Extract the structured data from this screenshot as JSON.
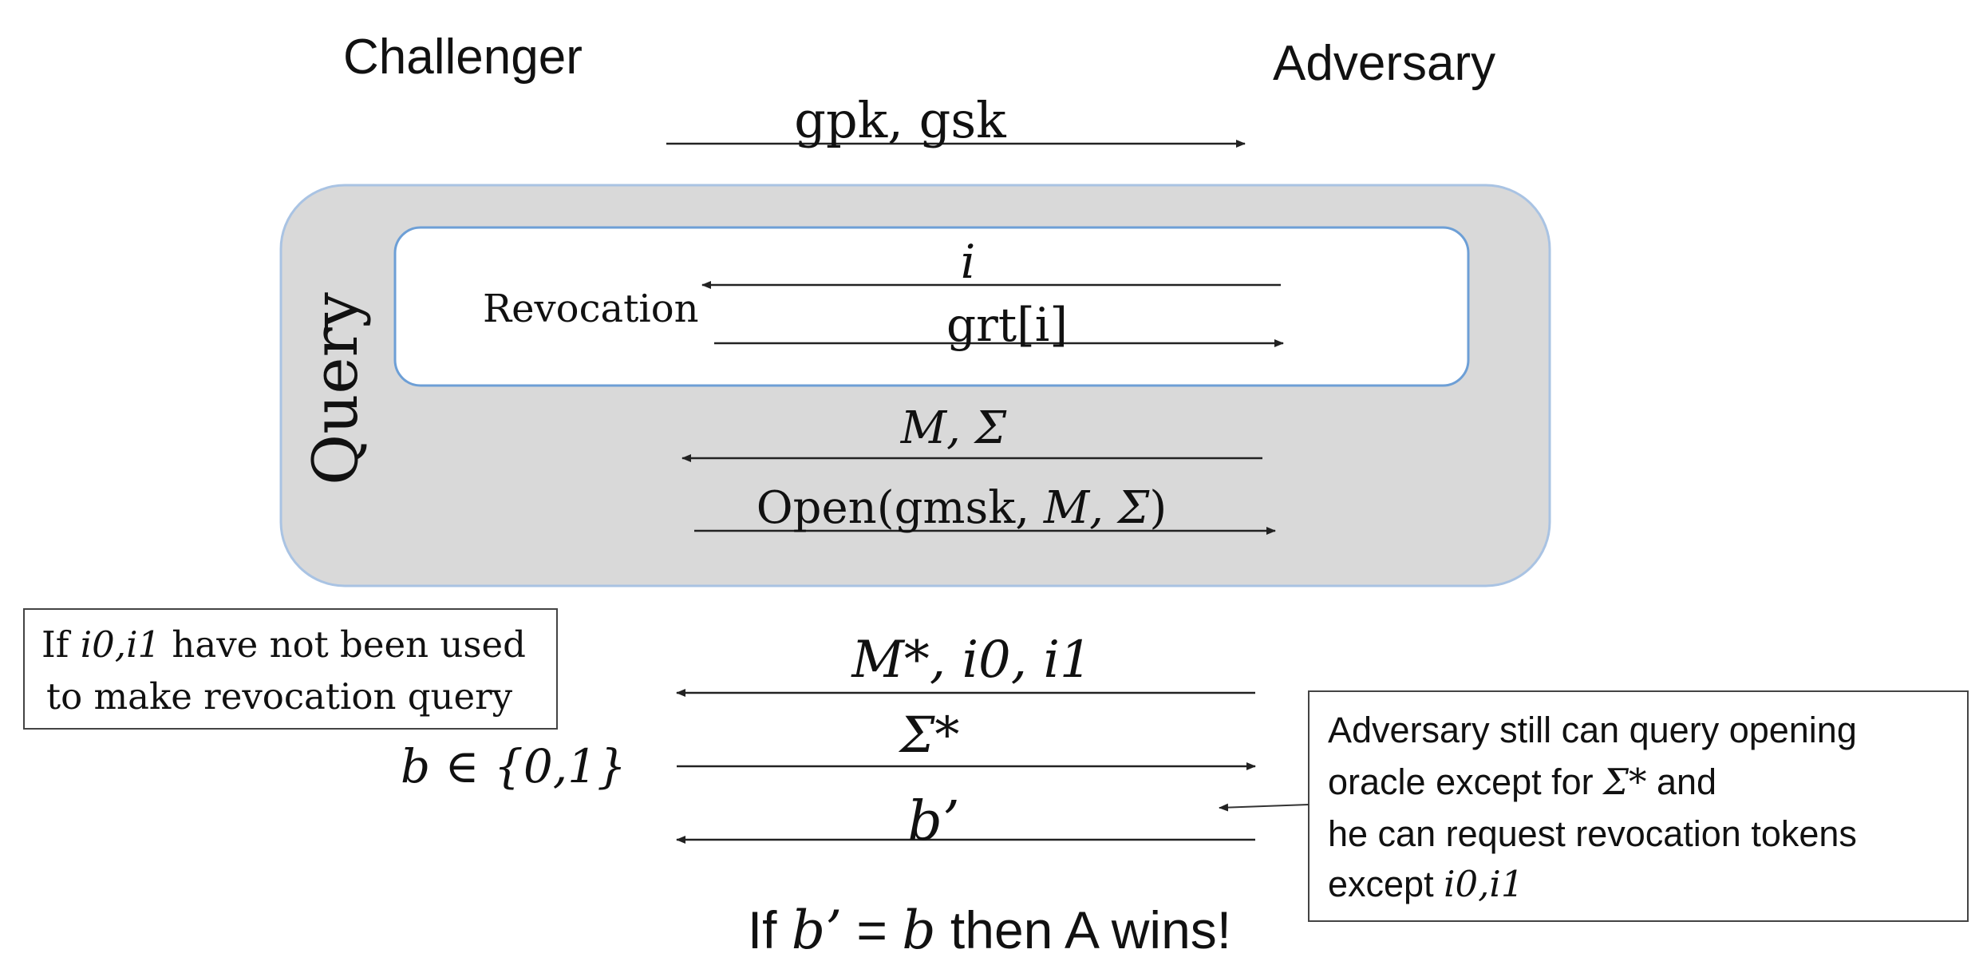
{
  "parties": {
    "challenger": "Challenger",
    "adversary": "Adversary"
  },
  "setup": {
    "keys": "gpk, gsk"
  },
  "query_phase": {
    "label": "Query",
    "revocation": {
      "label": "Revocation",
      "request": "i",
      "response": "grt[i]"
    },
    "open": {
      "request": "M, Σ",
      "response_prefix": "Open(gmsk, ",
      "response_args": "M, Σ",
      "response_suffix": ")"
    }
  },
  "challenge_phase": {
    "challenge_msg": "M*, i0, i1",
    "bit_choice": "b ∈ {0,1}",
    "signature": "Σ*",
    "guess": "b’"
  },
  "notes": {
    "left_note": {
      "line1_prefix": "If ",
      "line1_vars": "i0,i1",
      "line1_suffix": " have not  been used",
      "line2": "to make revocation query"
    },
    "right_note": {
      "line1": "Adversary still can query opening",
      "line2_prefix": "oracle except for ",
      "line2_var": "Σ*",
      "line2_suffix": " and",
      "line3": "he can request revocation tokens",
      "line4_prefix": "except ",
      "line4_vars": "i0,i1"
    }
  },
  "result": {
    "prefix": "If ",
    "lhs": "b’",
    "eq": " = ",
    "rhs": "b",
    "suffix": " then A wins!"
  }
}
